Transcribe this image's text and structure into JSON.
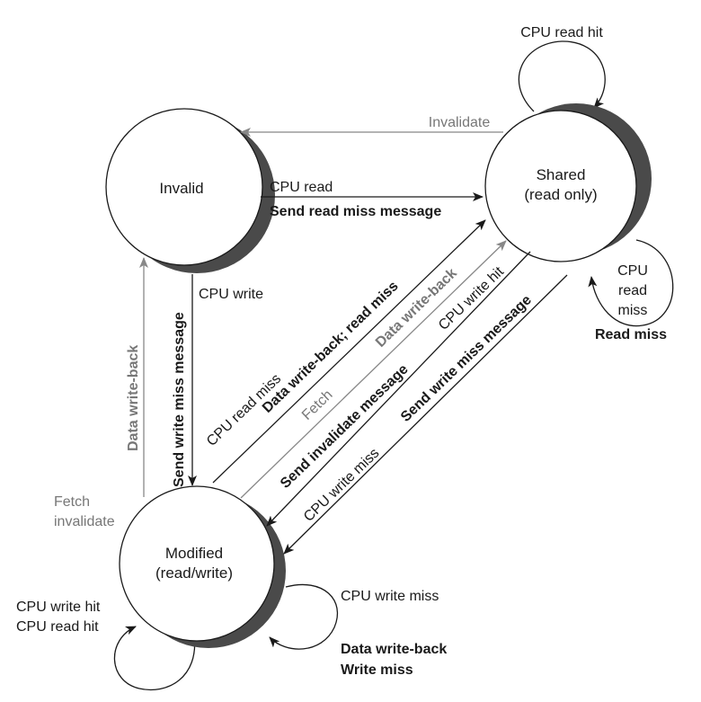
{
  "states": {
    "invalid": "Invalid",
    "shared": [
      "Shared",
      "(read only)"
    ],
    "modified": [
      "Modified",
      "(read/write)"
    ]
  },
  "labels": {
    "shared_self_top": "CPU read hit",
    "invalidate": "Invalidate",
    "cpu_read": "CPU read",
    "send_read_miss": "Send read miss message",
    "shared_self_right": [
      "CPU",
      "read",
      "miss"
    ],
    "read_miss": "Read miss",
    "cpu_write": "CPU write",
    "send_write_miss_vertical": "Send write miss message",
    "data_write_back_vertical": "Data write-back",
    "fetch_invalidate": [
      "Fetch",
      "invalidate"
    ],
    "cpu_read_miss": "CPU read miss",
    "data_write_back_read_miss": "Data write-back; read miss",
    "fetch": "Fetch",
    "data_write_back_gray": "Data write-back",
    "send_invalidate": "Send invalidate message",
    "cpu_write_hit": "CPU write hit",
    "send_write_miss_diag": "Send write miss message",
    "cpu_write_miss_diag": "CPU write miss",
    "modified_self_left": [
      "CPU write hit",
      "CPU read hit"
    ],
    "modified_self_right": "CPU write miss",
    "modified_self_right_action": [
      "Data write-back",
      "Write miss"
    ]
  }
}
